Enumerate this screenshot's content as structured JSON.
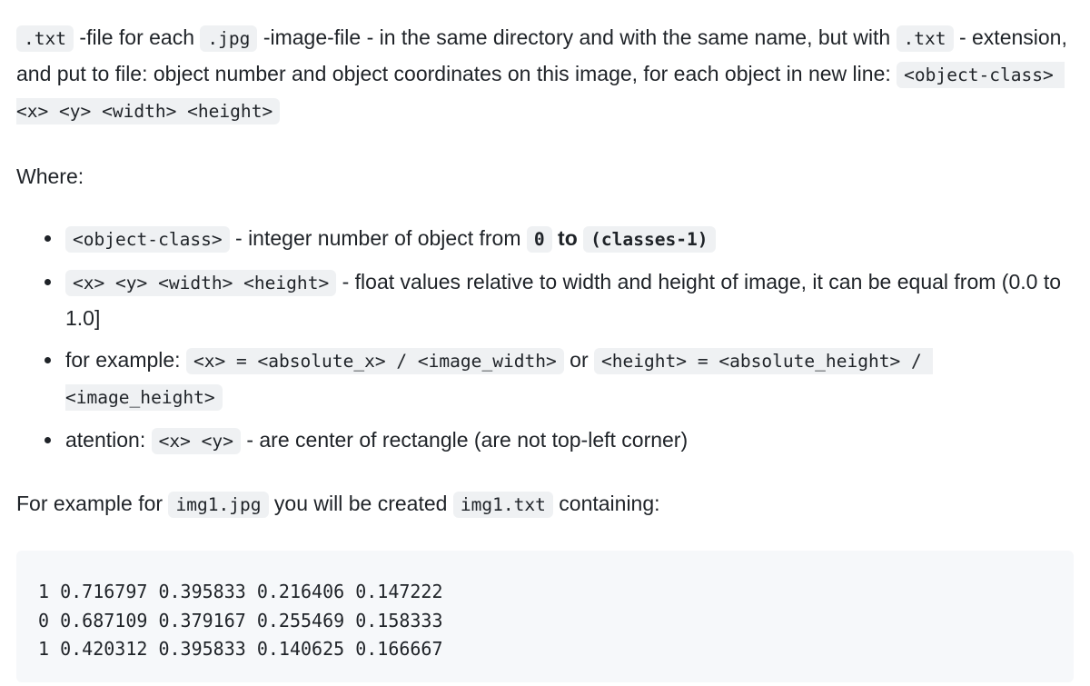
{
  "page": {
    "colors": {
      "text": "#1f2328",
      "chip-bg": "#eff1f3",
      "block-bg": "#f6f8fa",
      "page-bg": "#ffffff"
    }
  },
  "intro_paragraph": {
    "segments": [
      {
        "t": "code",
        "s": ".txt"
      },
      {
        "t": "text",
        "s": " -file for each "
      },
      {
        "t": "code",
        "s": ".jpg"
      },
      {
        "t": "text",
        "s": " -image-file - in the same directory and with the same name, but with "
      },
      {
        "t": "code",
        "s": ".txt"
      },
      {
        "t": "text",
        "s": " - extension, and put to file: object number and object coordinates on this image, for each object in new line: "
      },
      {
        "t": "code",
        "s": "<object-class> <x> <y> <width> <height>"
      }
    ]
  },
  "where_label": "Where:",
  "bullets": [
    {
      "segments": [
        {
          "t": "code",
          "s": "<object-class>"
        },
        {
          "t": "text",
          "s": " - integer number of object from "
        },
        {
          "t": "boldcode",
          "s": "0"
        },
        {
          "t": "bold",
          "s": " to "
        },
        {
          "t": "boldcode",
          "s": "(classes-1)"
        }
      ]
    },
    {
      "segments": [
        {
          "t": "code",
          "s": "<x> <y> <width> <height>"
        },
        {
          "t": "text",
          "s": " - float values relative to width and height of image, it can be equal from (0.0 to 1.0]"
        }
      ]
    },
    {
      "segments": [
        {
          "t": "text",
          "s": "for example: "
        },
        {
          "t": "code",
          "s": "<x> = <absolute_x> / <image_width>"
        },
        {
          "t": "text",
          "s": " or "
        },
        {
          "t": "code",
          "s": "<height> = <absolute_height> / <image_height>"
        }
      ]
    },
    {
      "segments": [
        {
          "t": "text",
          "s": "atention: "
        },
        {
          "t": "code",
          "s": "<x> <y>"
        },
        {
          "t": "text",
          "s": " - are center of rectangle (are not top-left corner)"
        }
      ]
    }
  ],
  "example_paragraph": {
    "segments": [
      {
        "t": "text",
        "s": "For example for "
      },
      {
        "t": "code",
        "s": "img1.jpg"
      },
      {
        "t": "text",
        "s": " you will be created "
      },
      {
        "t": "code",
        "s": "img1.txt"
      },
      {
        "t": "text",
        "s": " containing:"
      }
    ]
  },
  "code_block": {
    "lines": [
      "1 0.716797 0.395833 0.216406 0.147222",
      "0 0.687109 0.379167 0.255469 0.158333",
      "1 0.420312 0.395833 0.140625 0.166667"
    ]
  }
}
